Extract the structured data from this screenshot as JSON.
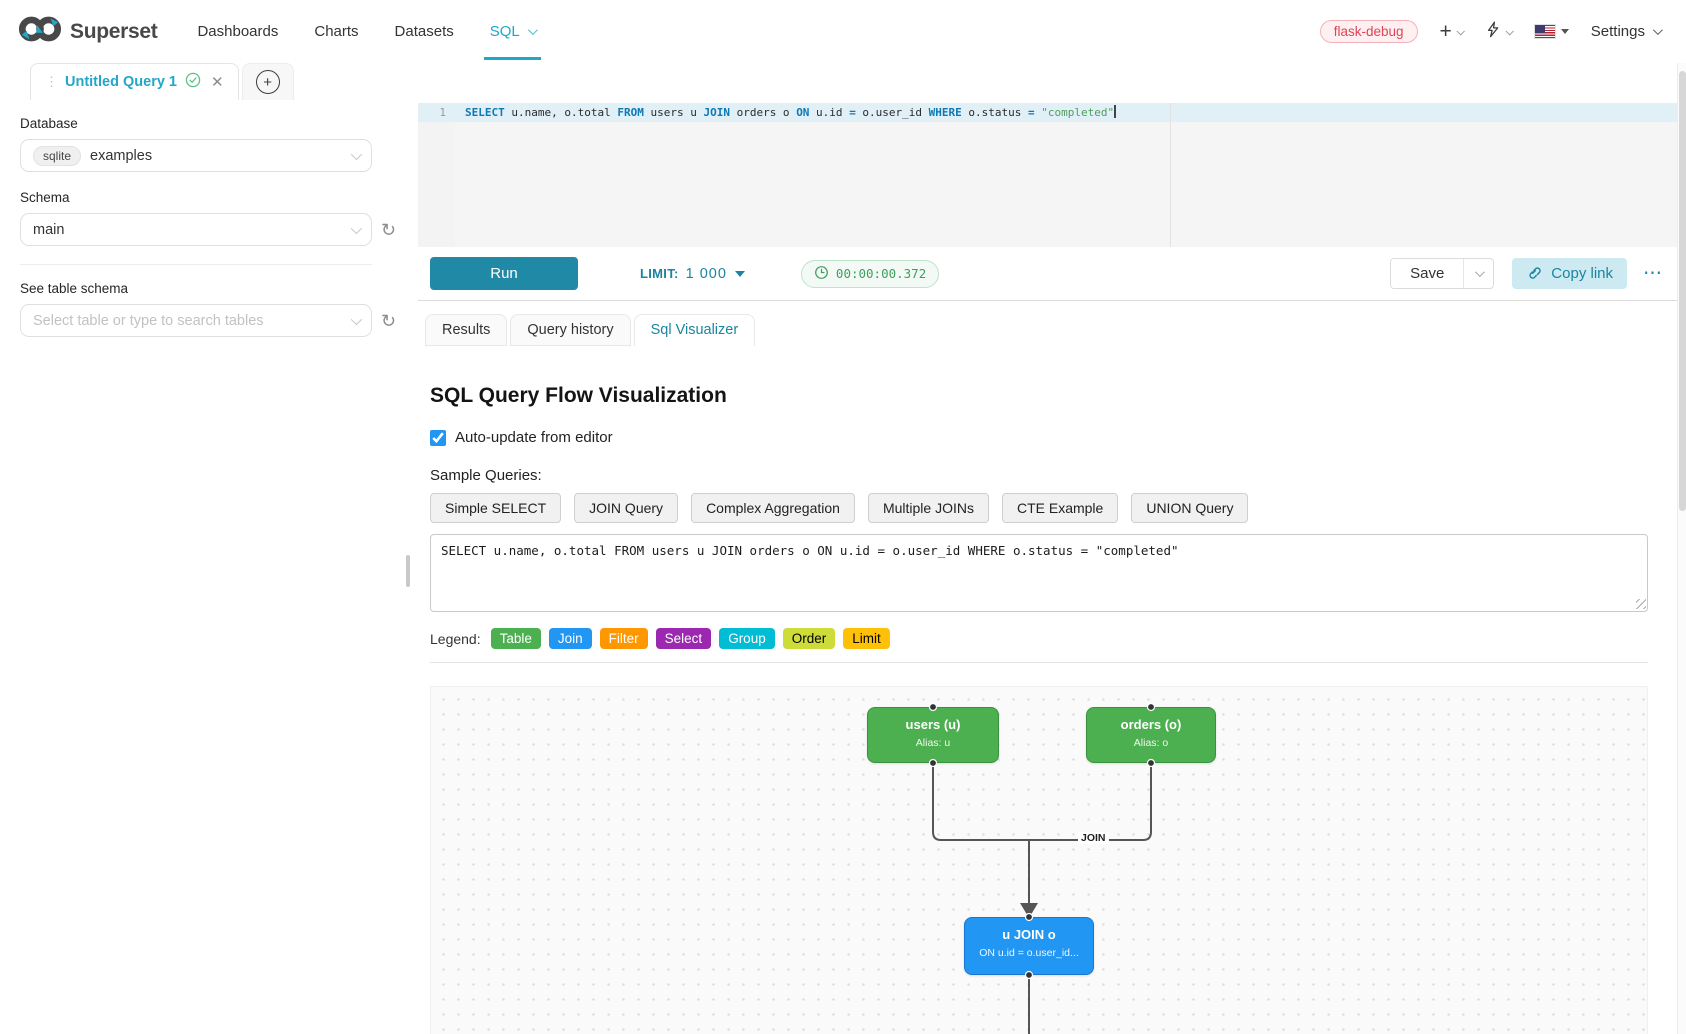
{
  "navbar": {
    "brand": "Superset",
    "items": [
      {
        "label": "Dashboards",
        "active": false,
        "has_caret": false
      },
      {
        "label": "Charts",
        "active": false,
        "has_caret": false
      },
      {
        "label": "Datasets",
        "active": false,
        "has_caret": false
      },
      {
        "label": "SQL",
        "active": true,
        "has_caret": true
      }
    ],
    "env_badge": "flask-debug",
    "plus_label": "+",
    "settings_label": "Settings"
  },
  "tab_strip": {
    "active_tab_title": "Untitled Query 1"
  },
  "sidebar": {
    "database_label": "Database",
    "database_engine_badge": "sqlite",
    "database_value": "examples",
    "schema_label": "Schema",
    "schema_value": "main",
    "see_table_label": "See table schema",
    "table_search_placeholder": "Select table or type to search tables"
  },
  "editor": {
    "line_number": "1",
    "sql_tokens": [
      {
        "text": "SELECT",
        "type": "kw"
      },
      {
        "text": " u.name, o.total ",
        "type": "plain"
      },
      {
        "text": "FROM",
        "type": "kw"
      },
      {
        "text": " users u ",
        "type": "plain"
      },
      {
        "text": "JOIN",
        "type": "kw"
      },
      {
        "text": " orders o ",
        "type": "plain"
      },
      {
        "text": "ON",
        "type": "kw"
      },
      {
        "text": " u.id ",
        "type": "plain"
      },
      {
        "text": "=",
        "type": "op"
      },
      {
        "text": " o.user_id ",
        "type": "plain"
      },
      {
        "text": "WHERE",
        "type": "kw"
      },
      {
        "text": " o.status ",
        "type": "plain"
      },
      {
        "text": "=",
        "type": "op"
      },
      {
        "text": " ",
        "type": "plain"
      },
      {
        "text": "\"completed\"",
        "type": "str"
      }
    ]
  },
  "toolbar": {
    "run_label": "Run",
    "limit_label": "LIMIT:",
    "limit_value": "1 000",
    "elapsed_time": "00:00:00.372",
    "save_label": "Save",
    "copy_link_label": "Copy link",
    "more_label": "⋯"
  },
  "results_panel": {
    "tabs": [
      {
        "label": "Results",
        "active": false
      },
      {
        "label": "Query history",
        "active": false
      },
      {
        "label": "Sql Visualizer",
        "active": true
      }
    ]
  },
  "visualizer": {
    "title": "SQL Query Flow Visualization",
    "auto_update_label": "Auto-update from editor",
    "auto_update_checked": true,
    "sample_queries_label": "Sample Queries:",
    "sample_queries": [
      "Simple SELECT",
      "JOIN Query",
      "Complex Aggregation",
      "Multiple JOINs",
      "CTE Example",
      "UNION Query"
    ],
    "query_text": "SELECT u.name, o.total FROM users u JOIN orders o ON u.id = o.user_id WHERE o.status = \"completed\"",
    "legend_label": "Legend:",
    "legend": [
      {
        "label": "Table",
        "bg": "#4CAF50",
        "fg": "#ffffff"
      },
      {
        "label": "Join",
        "bg": "#2196F3",
        "fg": "#ffffff"
      },
      {
        "label": "Filter",
        "bg": "#FF9800",
        "fg": "#ffffff"
      },
      {
        "label": "Select",
        "bg": "#9C27B0",
        "fg": "#ffffff"
      },
      {
        "label": "Group",
        "bg": "#00BCD4",
        "fg": "#ffffff"
      },
      {
        "label": "Order",
        "bg": "#CDDC39",
        "fg": "#000000"
      },
      {
        "label": "Limit",
        "bg": "#FFC107",
        "fg": "#000000"
      }
    ],
    "flow": {
      "edge_label": "JOIN",
      "nodes": [
        {
          "id": "users",
          "title": "users (u)",
          "subtitle": "Alias: u",
          "bg": "#4CAF50",
          "border": "#3c9140"
        },
        {
          "id": "orders",
          "title": "orders (o)",
          "subtitle": "Alias: o",
          "bg": "#4CAF50",
          "border": "#3c9140"
        },
        {
          "id": "join",
          "title": "u JOIN o",
          "subtitle": "ON u.id = o.user_id...",
          "bg": "#2196F3",
          "border": "#1976D2"
        }
      ]
    }
  },
  "colors": {
    "accent_teal": "#20a7c9",
    "accent_teal_dark": "#1a85a0",
    "run_button": "#2089a6",
    "timer_green": "#3f9e5f",
    "badge_red": "#e04355"
  }
}
